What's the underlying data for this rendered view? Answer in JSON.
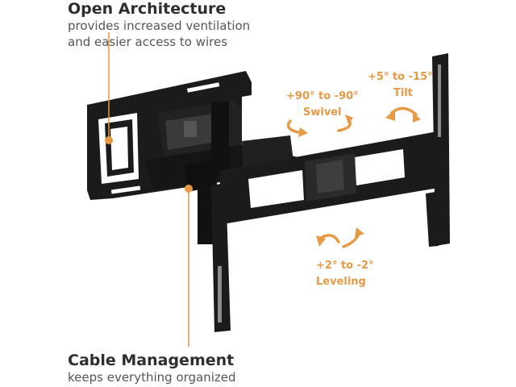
{
  "callouts": {
    "open_architecture": {
      "title": "Open Architecture",
      "line1": "provides increased ventilation",
      "line2": "and easier access to wires"
    },
    "cable_management": {
      "title": "Cable Management",
      "line1": "keeps everything organized"
    }
  },
  "features": {
    "swivel": {
      "range": "+90° to -90°",
      "name": "Swivel"
    },
    "tilt": {
      "range": "+5° to -15°",
      "name": "Tilt"
    },
    "leveling": {
      "range": "+2° to -2°",
      "name": "Leveling"
    }
  },
  "colors": {
    "accent": "#e69a45",
    "bracket": "#1a1a1a",
    "title_text": "#2e2e2e",
    "body_text": "#555555"
  }
}
